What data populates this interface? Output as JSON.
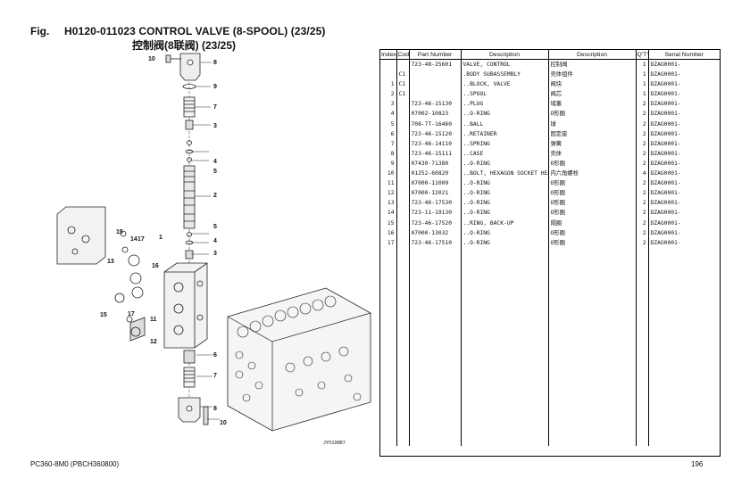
{
  "header": {
    "fig": "Fig.",
    "title": "H0120-011023  CONTROL VALVE  (8-SPOOL) (23/25)",
    "subtitle": "控制阀(8联阀) (23/25)"
  },
  "diagram": {
    "drawing_number": "JY019887",
    "callouts": [
      "10",
      "8",
      "9",
      "7",
      "3",
      "4",
      "5",
      "2",
      "5",
      "4",
      "3",
      "1",
      "13",
      "14",
      "15",
      "16",
      "17",
      "15",
      "17",
      "11",
      "12",
      "6",
      "7",
      "8",
      "10"
    ]
  },
  "table": {
    "headers": [
      "Index",
      "Code",
      "Part Number",
      "Description",
      "Description",
      "Q'TY",
      "Serial Number"
    ],
    "rows": [
      {
        "index": "",
        "code": "",
        "part": "723-48-25601",
        "desc": "VALVE, CONTROL",
        "desc_cn": "控制阀",
        "qty": "1",
        "serial": "DZAG0001-"
      },
      {
        "index": "",
        "code": "C1",
        "part": "",
        "desc": ".BODY SUBASSEMBLY",
        "desc_cn": "壳体组件",
        "qty": "1",
        "serial": "DZAG0001-"
      },
      {
        "index": "1",
        "code": "C1",
        "part": "",
        "desc": "..BLOCK, VALVE",
        "desc_cn": "阀块",
        "qty": "1",
        "serial": "DZAG0001-"
      },
      {
        "index": "2",
        "code": "C1",
        "part": "",
        "desc": "..SPOOL",
        "desc_cn": "阀芯",
        "qty": "1",
        "serial": "DZAG0001-"
      },
      {
        "index": "3",
        "code": "",
        "part": "723-46-15130",
        "desc": "..PLUG",
        "desc_cn": "堵塞",
        "qty": "2",
        "serial": "DZAG0001-"
      },
      {
        "index": "4",
        "code": "",
        "part": "07002-10823",
        "desc": "..O-RING",
        "desc_cn": "O形圈",
        "qty": "2",
        "serial": "DZAG0001-"
      },
      {
        "index": "5",
        "code": "",
        "part": "708-7T-16460",
        "desc": "..BALL",
        "desc_cn": "球",
        "qty": "2",
        "serial": "DZAG0001-"
      },
      {
        "index": "6",
        "code": "",
        "part": "723-46-15120",
        "desc": "..RETAINER",
        "desc_cn": "固定座",
        "qty": "2",
        "serial": "DZAG0001-"
      },
      {
        "index": "7",
        "code": "",
        "part": "723-46-14110",
        "desc": "..SPRING",
        "desc_cn": "弹簧",
        "qty": "2",
        "serial": "DZAG0001-"
      },
      {
        "index": "8",
        "code": "",
        "part": "723-46-15111",
        "desc": "..CASE",
        "desc_cn": "壳体",
        "qty": "2",
        "serial": "DZAG0001-"
      },
      {
        "index": "9",
        "code": "",
        "part": "07430-71380",
        "desc": "..O-RING",
        "desc_cn": "O形圈",
        "qty": "2",
        "serial": "DZAG0001-"
      },
      {
        "index": "10",
        "code": "",
        "part": "01252-60820",
        "desc": "..BOLT, HEXAGON SOCKET HEAD",
        "desc_cn": "内六角螺栓",
        "qty": "4",
        "serial": "DZAG0001-"
      },
      {
        "index": "11",
        "code": "",
        "part": "07000-11009",
        "desc": "..O-RING",
        "desc_cn": "O形圈",
        "qty": "2",
        "serial": "DZAG0001-"
      },
      {
        "index": "12",
        "code": "",
        "part": "07000-12021",
        "desc": "..O-RING",
        "desc_cn": "O形圈",
        "qty": "2",
        "serial": "DZAG0001-"
      },
      {
        "index": "13",
        "code": "",
        "part": "723-46-17530",
        "desc": "..O-RING",
        "desc_cn": "O形圈",
        "qty": "2",
        "serial": "DZAG0001-"
      },
      {
        "index": "14",
        "code": "",
        "part": "723-11-19130",
        "desc": "..O-RING",
        "desc_cn": "O形圈",
        "qty": "2",
        "serial": "DZAG0001-"
      },
      {
        "index": "15",
        "code": "",
        "part": "723-46-17520",
        "desc": "..RING, BACK-UP",
        "desc_cn": "隔圈",
        "qty": "2",
        "serial": "DZAG0001-"
      },
      {
        "index": "16",
        "code": "",
        "part": "07000-13032",
        "desc": "..O-RING",
        "desc_cn": "O形圈",
        "qty": "2",
        "serial": "DZAG0001-"
      },
      {
        "index": "17",
        "code": "",
        "part": "723-46-17510",
        "desc": "..O-RING",
        "desc_cn": "O形圈",
        "qty": "2",
        "serial": "DZAG0001-"
      }
    ],
    "empty_rows": 20
  },
  "footer": {
    "model": "PC360-8M0  (PBCH360800)",
    "page": "196"
  }
}
